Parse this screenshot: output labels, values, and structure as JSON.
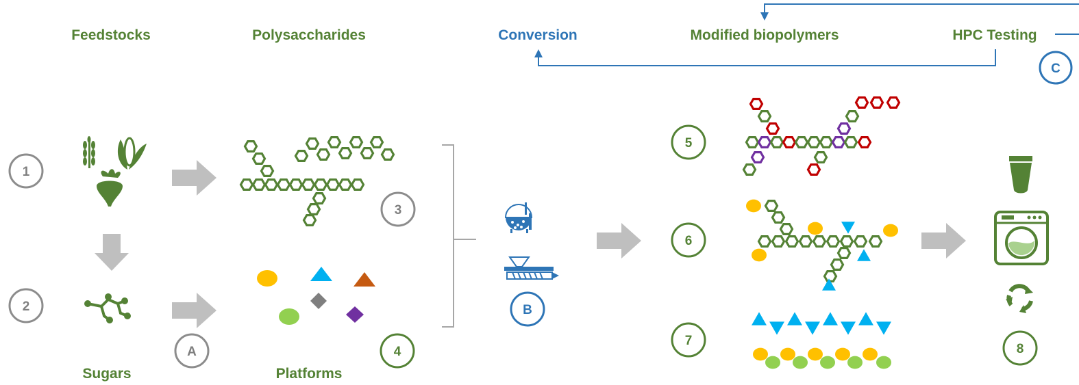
{
  "headers": {
    "feedstocks": "Feedstocks",
    "polysaccharides": "Polysaccharides",
    "conversion": "Conversion",
    "modified": "Modified biopolymers",
    "hpc": "HPC Testing",
    "sugars": "Sugars",
    "platforms": "Platforms"
  },
  "markers": {
    "one": "1",
    "two": "2",
    "three": "3",
    "four": "4",
    "five": "5",
    "six": "6",
    "seven": "7",
    "eight": "8",
    "a": "A",
    "b": "B",
    "c": "C"
  },
  "icons": [
    "wheat-icon",
    "corn-icon",
    "beet-icon",
    "sugar-molecule-icon",
    "reactor-icon",
    "extruder-icon",
    "tube-icon",
    "washing-machine-icon",
    "recycle-icon"
  ],
  "colors": {
    "green": "#548235",
    "blue": "#2e75b6",
    "gray": "#bfbfbf",
    "grayCircle": "#8c8c8c",
    "red": "#c00000",
    "purple": "#7030a0",
    "yellow": "#ffc000",
    "cyan": "#00b0f0",
    "orange": "#c55a11",
    "lightGreen": "#92d050",
    "darkGray": "#7f7f7f"
  }
}
